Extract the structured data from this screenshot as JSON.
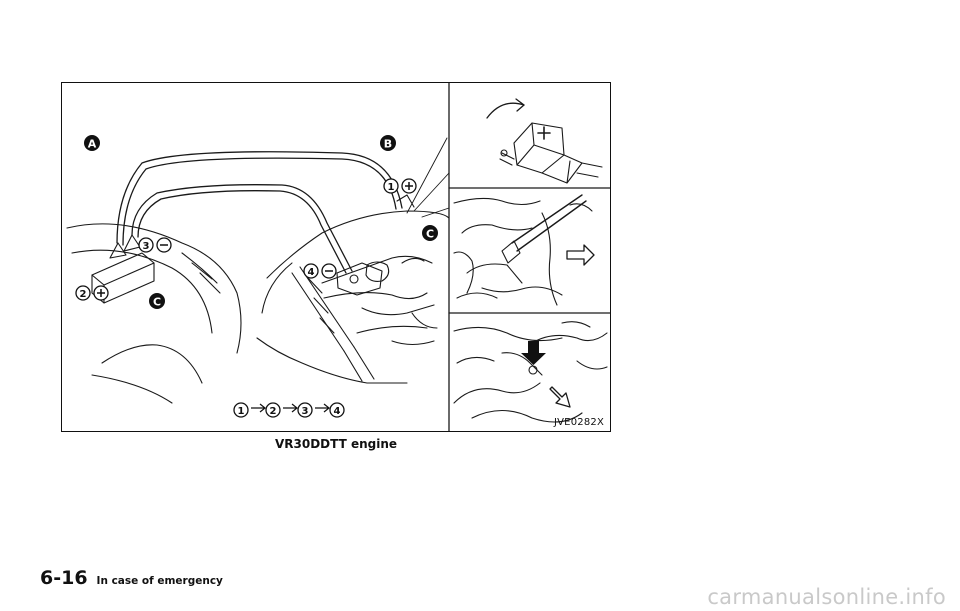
{
  "figure": {
    "code": "JVE0282X",
    "callouts": {
      "A": "A",
      "B": "B",
      "C1": "C",
      "C2": "C",
      "n1": "1",
      "n2": "2",
      "n3": "3",
      "n4": "4",
      "seq1": "1",
      "seq2": "2",
      "seq3": "3",
      "seq4": "4"
    }
  },
  "caption": "VR30DDTT engine",
  "footer": {
    "page_number": "6-16",
    "section_title": "In case of emergency"
  },
  "watermark": "carmanualsonline.info"
}
